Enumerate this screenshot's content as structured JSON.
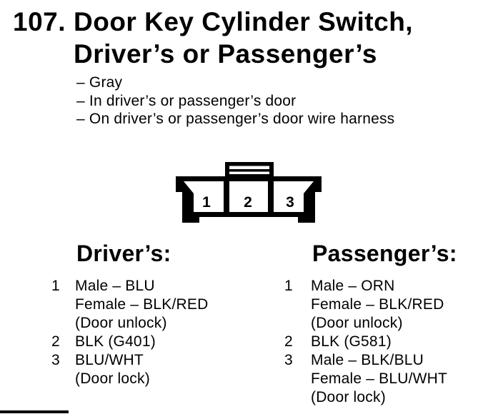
{
  "page": {
    "item_number": "107.",
    "title_line1": "Door Key Cylinder Switch,",
    "title_line2": "Driver’s or Passenger’s",
    "notes": [
      "– Gray",
      "– In driver’s or passenger’s door",
      "– On driver’s or passenger’s door wire harness"
    ]
  },
  "connector": {
    "type": "3-pin connector face view with top locking tab",
    "pins": [
      "1",
      "2",
      "3"
    ]
  },
  "columns": [
    {
      "heading": "Driver’s:",
      "items": [
        {
          "pin": "1",
          "lines": [
            "Male – BLU",
            "Female – BLK/RED",
            "(Door unlock)"
          ]
        },
        {
          "pin": "2",
          "lines": [
            "BLK (G401)"
          ]
        },
        {
          "pin": "3",
          "lines": [
            "BLU/WHT",
            "(Door lock)"
          ]
        }
      ]
    },
    {
      "heading": "Passenger’s:",
      "items": [
        {
          "pin": "1",
          "lines": [
            "Male – ORN",
            "Female – BLK/RED",
            "(Door unlock)"
          ]
        },
        {
          "pin": "2",
          "lines": [
            "BLK (G581)"
          ]
        },
        {
          "pin": "3",
          "lines": [
            "Male – BLK/BLU",
            "Female – BLU/WHT",
            "(Door lock)"
          ]
        }
      ]
    }
  ],
  "colors": {
    "ink": "#000000",
    "paper": "#ffffff"
  }
}
